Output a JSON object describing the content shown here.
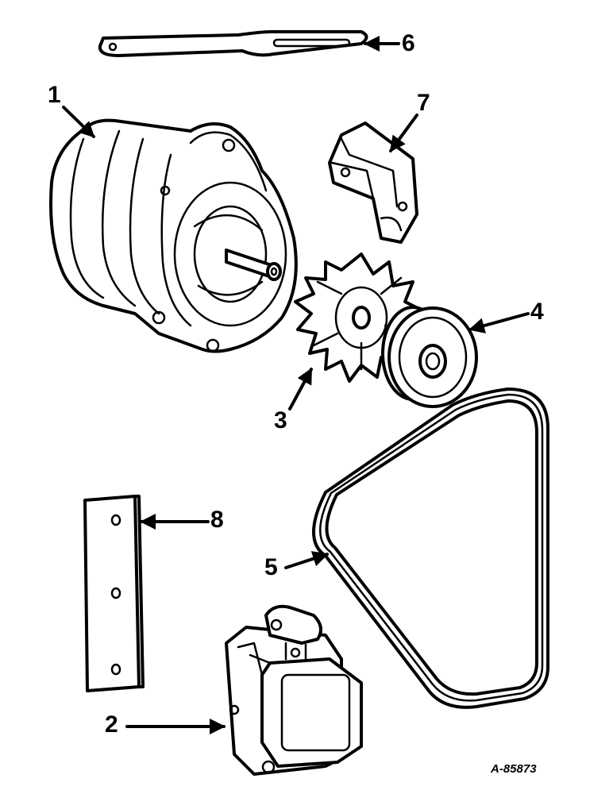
{
  "callouts": {
    "c1": "1",
    "c2": "2",
    "c3": "3",
    "c4": "4",
    "c5": "5",
    "c6": "6",
    "c7": "7",
    "c8": "8"
  },
  "reference_code": "A-85873"
}
